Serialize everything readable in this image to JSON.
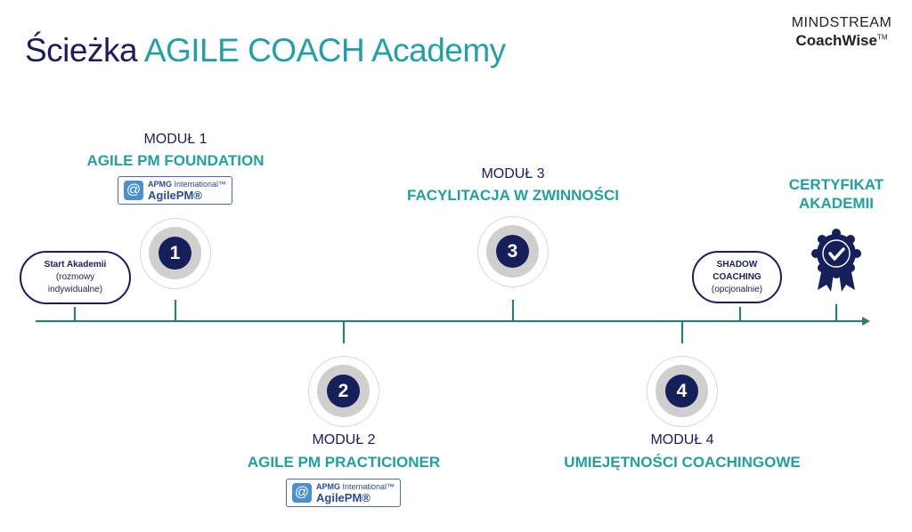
{
  "header": {
    "title_part1": "Ścieżka",
    "title_part2": "AGILE COACH Academy",
    "logo_line1": "MINDSTREAM",
    "logo_line2": "CoachWise",
    "logo_tm": "TM"
  },
  "badge": {
    "org": "APMG",
    "org_suffix": "International™",
    "product": "AgilePM®"
  },
  "start": {
    "title": "Start Akademii",
    "subtitle": "(rozmowy indywidualne)"
  },
  "shadow": {
    "title": "SHADOW COACHING",
    "subtitle": "(opcjonalnie)"
  },
  "modules": [
    {
      "label": "MODUŁ 1",
      "title": "AGILE PM FOUNDATION",
      "number": "1"
    },
    {
      "label": "MODUŁ 2",
      "title": "AGILE PM PRACTICIONER",
      "number": "2"
    },
    {
      "label": "MODUŁ 3",
      "title": "FACYLITACJA W ZWINNOŚCI",
      "number": "3"
    },
    {
      "label": "MODUŁ 4",
      "title": "UMIEJĘTNOŚCI COACHINGOWE",
      "number": "4"
    }
  ],
  "certificate": {
    "line1": "CERTYFIKAT",
    "line2": "AKADEMII"
  },
  "colors": {
    "navy": "#1b1d5c",
    "teal": "#22a0a0",
    "line": "#2a7f74"
  }
}
